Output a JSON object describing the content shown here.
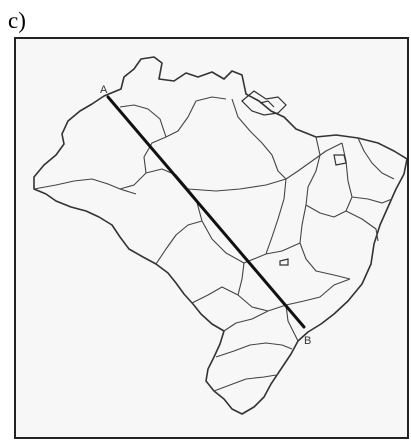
{
  "question": {
    "option_label": "c)"
  },
  "map": {
    "point_a_label": "A",
    "point_b_label": "B",
    "border_color": "#333333",
    "route_color": "#111111",
    "background_color": "#f7f7f7"
  }
}
